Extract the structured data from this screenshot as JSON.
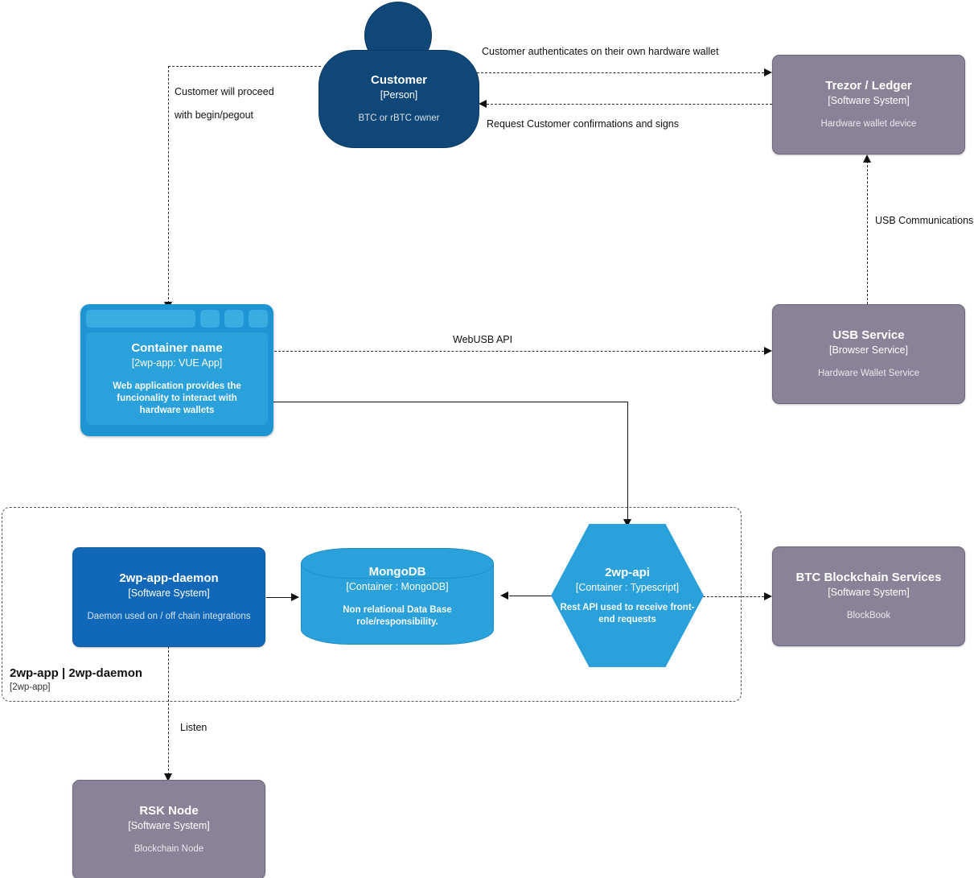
{
  "diagram": {
    "type": "C4 Container Diagram",
    "boundary": {
      "title": "2wp-app | 2wp-daemon",
      "tech": "[2wp-app]"
    }
  },
  "nodes": {
    "customer": {
      "title": "Customer",
      "tech": "[Person]",
      "desc": "BTC or rBTC owner",
      "color": "#0e4778",
      "shape": "person"
    },
    "trezor_ledger": {
      "title": "Trezor / Ledger",
      "tech": "[Software System]",
      "desc": "Hardware wallet device",
      "color": "#8a8296",
      "shape": "box"
    },
    "usb_service": {
      "title": "USB Service",
      "tech": "[Browser Service]",
      "desc": "Hardware Wallet Service",
      "color": "#8a8296",
      "shape": "box"
    },
    "container_name": {
      "title": "Container name",
      "tech": "[2wp-app: VUE App]",
      "desc": "Web application provides the funcionality to interact with hardware wallets",
      "color": "#2ba1db",
      "shape": "browser-window"
    },
    "daemon": {
      "title": "2wp-app-daemon",
      "tech": "[Software System]",
      "desc": "Daemon used on / off chain integrations",
      "color": "#1168b8",
      "shape": "box"
    },
    "mongodb": {
      "title": "MongoDB",
      "tech": "[Container : MongoDB]",
      "desc": "Non relational Data Base role/responsibility.",
      "color": "#2ba1db",
      "shape": "cylinder"
    },
    "api": {
      "title": "2wp-api",
      "tech": "[Container : Typescript]",
      "desc": "Rest API used to receive front-end requests",
      "color": "#2ba1db",
      "shape": "hexagon"
    },
    "btc_services": {
      "title": "BTC Blockchain Services",
      "tech": "[Software System]",
      "desc": "BlockBook",
      "color": "#8a8296",
      "shape": "box"
    },
    "rsk_node": {
      "title": "RSK Node",
      "tech": "[Software System]",
      "desc": "Blockchain Node",
      "color": "#8a8296",
      "shape": "box"
    }
  },
  "edges": {
    "customer_to_trezor": "Customer authenticates on their own hardware wallet",
    "trezor_to_customer": "Request Customer confirmations and signs",
    "customer_to_app_line1": "Customer will proceed",
    "customer_to_app_line2": "with begin/pegout",
    "app_to_usb_service": "WebUSB API",
    "usb_service_to_trezor": "USB Communications",
    "daemon_to_rsk": "Listen"
  }
}
